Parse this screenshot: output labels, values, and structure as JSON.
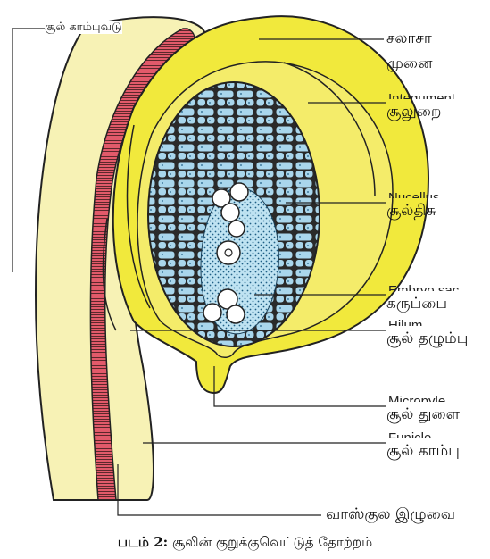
{
  "labels": {
    "funiculus_top": "சூல் காம்புவடு",
    "chalaza_line1": "சலாசா",
    "chalaza_line2": "முனை",
    "integument_en": "Integument",
    "integument_ta": "சூலுறை",
    "nucellus_en": "Nucellus",
    "nucellus_ta": "சூல்திசு",
    "embryo_sac_en": "Embryo sac",
    "embryo_sac_ta": "கருப்பை",
    "hilum_en": "Hilum",
    "hilum_ta": "சூல் தழும்பு",
    "micropyle_en": "Micropyle",
    "micropyle_ta": "சூல் துளை",
    "funicle_en": "Funicle",
    "funicle_ta": "சூல் காம்பு",
    "vascular_ta": "வாஸ்குல இழுவை"
  },
  "caption": {
    "prefix": "படம் 2:",
    "text": " சூலின் குறுக்குவெட்டுத் தோற்றம்"
  },
  "colors": {
    "integument_yellow": "#f1e93c",
    "outer_pale_yellow": "#f7f2b5",
    "nucellus_cell_blue": "#a9d6ec",
    "vascular_red": "#e25a6a",
    "outline": "#222222"
  }
}
